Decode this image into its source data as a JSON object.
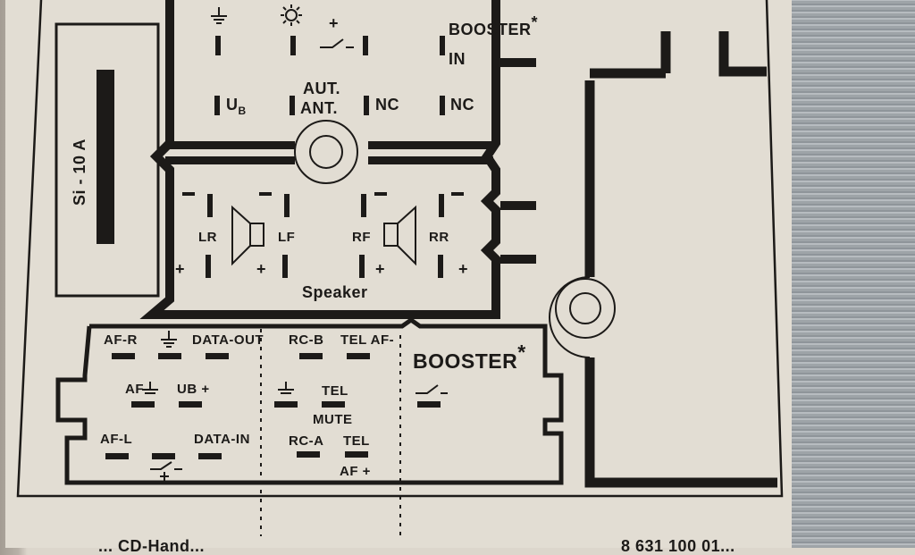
{
  "diagram": {
    "title": "Car radio rear connector pinout label",
    "fuse": {
      "label": "Si - 10 A"
    },
    "power_connector": {
      "top_row": [
        {
          "id": "ground",
          "icon": "ground-icon"
        },
        {
          "id": "illumination",
          "icon": "sun-icon"
        },
        {
          "id": "switched-plus",
          "plus_label": "+",
          "icon": "switch-icon"
        },
        {
          "id": "booster-in",
          "label": "BOOSTER",
          "asterisk": "*",
          "sub_label": "IN"
        }
      ],
      "bottom_row": [
        {
          "id": "ub",
          "label": "U",
          "sub": "B"
        },
        {
          "id": "aut-ant",
          "label_line1": "AUT.",
          "label_line2": "ANT."
        },
        {
          "id": "nc-1",
          "label": "NC"
        },
        {
          "id": "nc-2",
          "label": "NC"
        }
      ]
    },
    "speaker_connector": {
      "title": "Speaker",
      "channels": [
        {
          "label": "LR",
          "minus": "−",
          "plus": "+"
        },
        {
          "label": "LF",
          "minus": "−",
          "plus": "+"
        },
        {
          "label": "RF",
          "minus": "−",
          "plus": "+"
        },
        {
          "label": "RR",
          "minus": "−",
          "plus": "+"
        }
      ]
    },
    "data_connector": {
      "left_block": {
        "row1": [
          "AF-R",
          "DATA-OUT"
        ],
        "row2": [
          "AF",
          "UB +"
        ],
        "row3": [
          "AF-L",
          "DATA-IN"
        ]
      },
      "middle_block": {
        "row1": [
          "RC-B",
          "TEL AF-"
        ],
        "row2": [
          "TEL"
        ],
        "mute": "MUTE",
        "row3": [
          "RC-A",
          "TEL"
        ],
        "af_plus": "AF +"
      },
      "booster_block": {
        "label": "BOOSTER",
        "asterisk": "*"
      }
    },
    "footer": {
      "left_text": "... CD-Hand...",
      "right_text": "8 631 100 01..."
    }
  }
}
